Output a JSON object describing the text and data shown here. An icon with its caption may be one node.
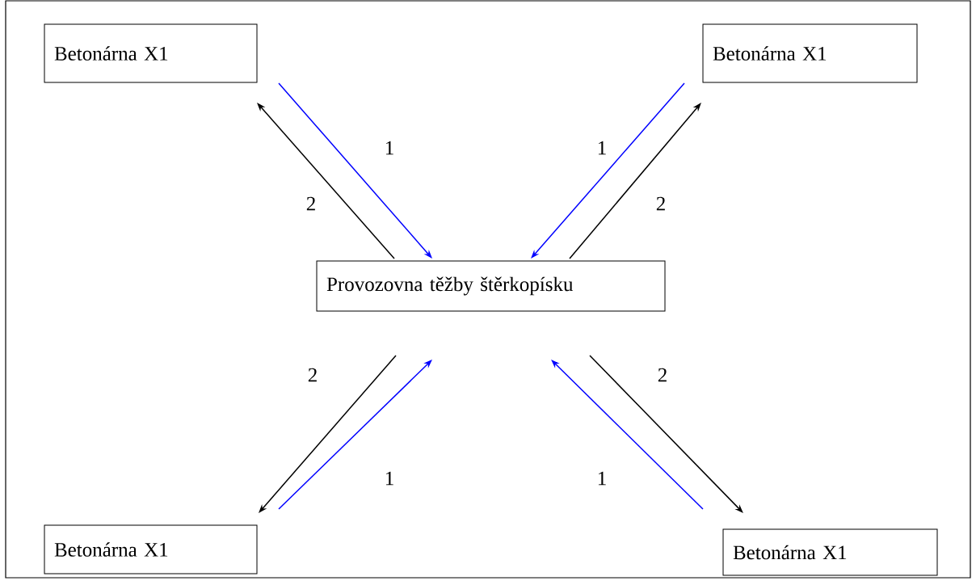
{
  "diagram": {
    "nodes": [
      {
        "text": [
          "Betonárna X1"
        ]
      },
      {
        "text": [
          "Betonárna X1"
        ]
      },
      {
        "text": [
          "Provozovna těžby štěrkopísku"
        ]
      },
      {
        "text": [
          "Betonárna X1"
        ]
      },
      {
        "text": [
          "Betonárna X1"
        ]
      }
    ],
    "edges": [
      {
        "from": 0,
        "to": 2,
        "arrow": "to",
        "label": "1",
        "color": "#0000ff"
      },
      {
        "from": 2,
        "to": 0,
        "arrow": "to",
        "label": "2",
        "color": "#000000"
      },
      {
        "from": 1,
        "to": 2,
        "arrow": "to",
        "label": "1",
        "color": "#0000ff"
      },
      {
        "from": 2,
        "to": 1,
        "arrow": "to",
        "label": "2",
        "color": "#000000"
      },
      {
        "from": 2,
        "to": 3,
        "arrow": "to",
        "label": "2",
        "color": "#000000"
      },
      {
        "from": 3,
        "to": 2,
        "arrow": "to",
        "label": "1",
        "color": "#0000ff"
      },
      {
        "from": 2,
        "to": 4,
        "arrow": "to",
        "label": "2",
        "color": "#000000"
      },
      {
        "from": 4,
        "to": 2,
        "arrow": "to",
        "label": "1",
        "color": "#0000ff"
      }
    ]
  }
}
